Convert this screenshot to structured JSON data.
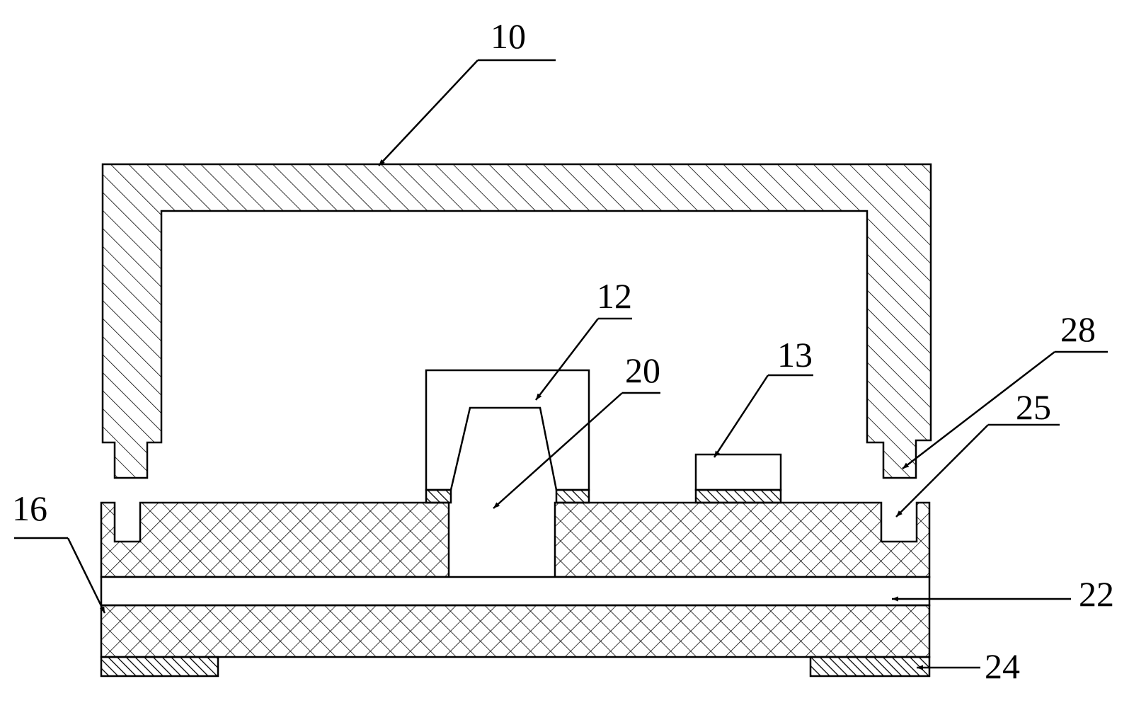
{
  "labels": {
    "cover": "10",
    "chip": "12",
    "component": "13",
    "substrate": "16",
    "opening": "20",
    "channel": "22",
    "bottom_pad": "24",
    "groove": "25",
    "tab": "28"
  },
  "colors": {
    "line": "#000000",
    "background": "#ffffff"
  }
}
